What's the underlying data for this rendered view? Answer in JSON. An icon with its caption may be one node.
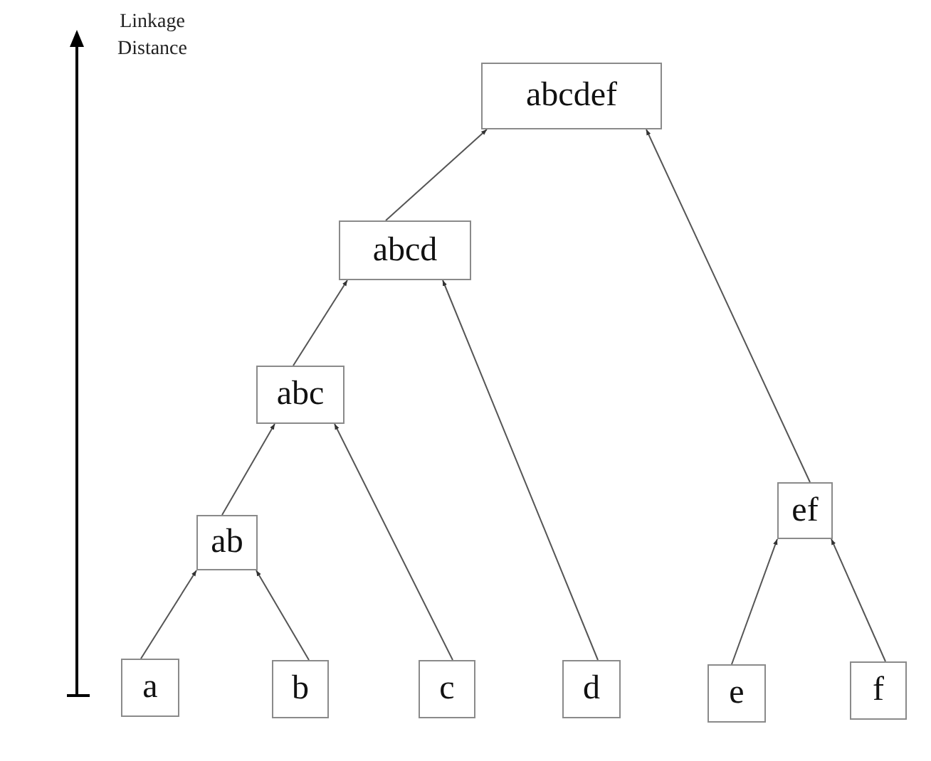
{
  "diagram": {
    "nodes": [
      {
        "text": [
          "abcdef"
        ]
      },
      {
        "text": [
          "abcd"
        ]
      },
      {
        "text": [
          "abc"
        ]
      },
      {
        "text": [
          "ef"
        ]
      },
      {
        "text": [
          "ab"
        ]
      },
      {
        "text": [
          "a"
        ]
      },
      {
        "text": [
          "b"
        ]
      },
      {
        "text": [
          "c"
        ]
      },
      {
        "text": [
          "d"
        ]
      },
      {
        "text": [
          "e"
        ]
      },
      {
        "text": [
          "f"
        ]
      }
    ],
    "edges": [
      {
        "from": 5,
        "to": 4,
        "arrow": "to"
      },
      {
        "from": 6,
        "to": 4,
        "arrow": "to"
      },
      {
        "from": 4,
        "to": 2,
        "arrow": "to"
      },
      {
        "from": 7,
        "to": 2,
        "arrow": "to"
      },
      {
        "from": 2,
        "to": 1,
        "arrow": "to"
      },
      {
        "from": 8,
        "to": 1,
        "arrow": "to"
      },
      {
        "from": 1,
        "to": 0,
        "arrow": "to"
      },
      {
        "from": 3,
        "to": 0,
        "arrow": "to"
      },
      {
        "from": 9,
        "to": 3,
        "arrow": "to"
      },
      {
        "from": 10,
        "to": 3,
        "arrow": "to"
      }
    ],
    "labels": [
      "Linkage Distance"
    ]
  }
}
